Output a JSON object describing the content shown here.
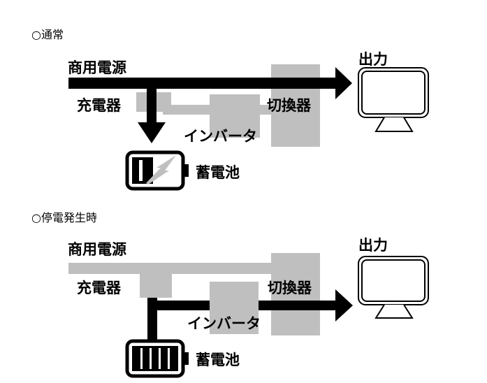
{
  "normal": {
    "title": "○通常",
    "labels": {
      "commercial_power": "商用電源",
      "charger": "充電器",
      "inverter": "インバータ",
      "switch": "切換器",
      "output": "出力",
      "battery": "蓄電池"
    }
  },
  "outage": {
    "title": "○停電発生時",
    "labels": {
      "commercial_power": "商用電源",
      "charger": "充電器",
      "inverter": "インバータ",
      "switch": "切換器",
      "output": "出力",
      "battery": "蓄電池"
    }
  },
  "colors": {
    "active_flow": "#000000",
    "inactive_flow": "#bfbfbf"
  }
}
